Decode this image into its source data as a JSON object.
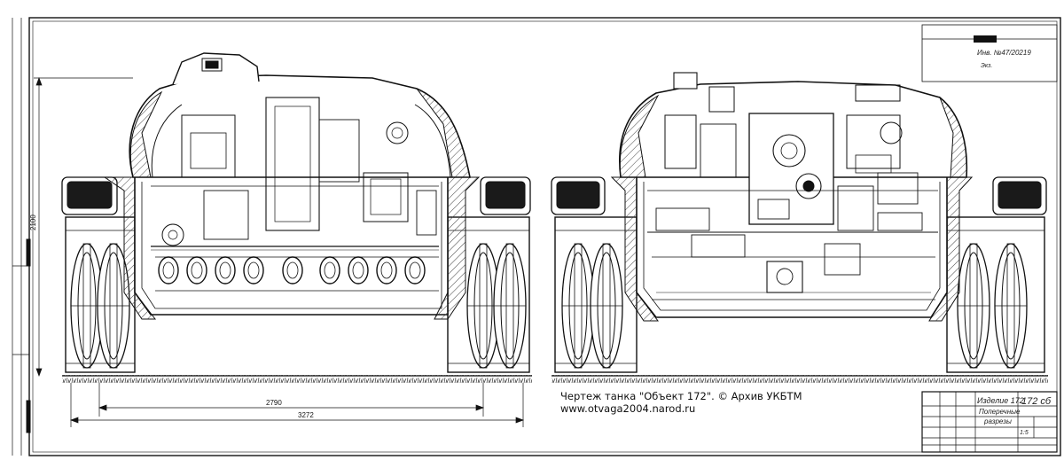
{
  "caption": {
    "line1": "Чертеж танка \"Объект 172\". © Архив УКБТМ",
    "line2": "www.otvaga2004.narod.ru"
  },
  "dimensions": {
    "track_inner": "2790",
    "track_outer": "3272",
    "height": "2100"
  },
  "title_block": {
    "product": "Изделие 172",
    "sheet_code": "172 сб",
    "name_line1": "Поперечные",
    "name_line2": "разрезы",
    "scale": "1:5"
  },
  "stamp": {
    "inv": "Инв. №47/20219",
    "copy": "Экз."
  },
  "colors": {
    "ink": "#1a1a1a",
    "paper": "#ffffff",
    "hatch": "#555555"
  }
}
